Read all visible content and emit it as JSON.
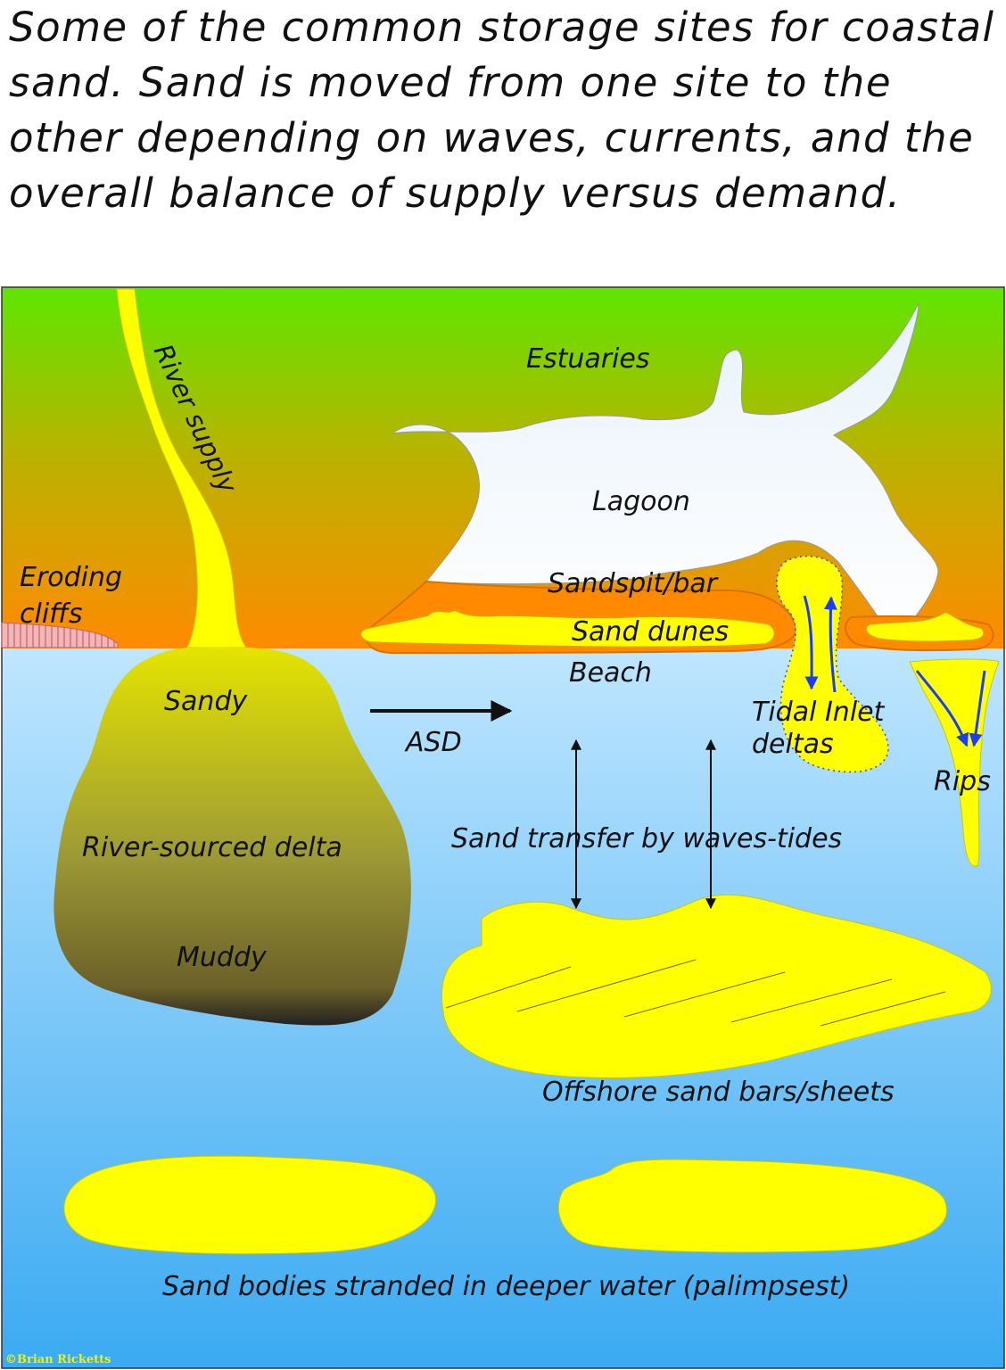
{
  "caption": "Some of the common storage sites for coastal sand.  Sand is moved from one site to the other depending on waves, currents, and the overall balance of supply versus demand.",
  "labels": {
    "estuaries": "Estuaries",
    "river_supply": "River supply",
    "lagoon": "Lagoon",
    "eroding_cliffs_1": "Eroding",
    "eroding_cliffs_2": "cliffs",
    "sandspit": "Sandspit/bar",
    "sand_dunes": "Sand dunes",
    "beach": "Beach",
    "sandy": "Sandy",
    "asd": "ASD",
    "tidal_inlet_1": "Tidal Inlet",
    "tidal_inlet_2": "deltas",
    "rips": "Rips",
    "delta": "River-sourced delta",
    "sand_transfer": "Sand transfer by waves-tides",
    "muddy": "Muddy",
    "offshore": "Offshore sand bars/sheets",
    "palimpsest": "Sand bodies stranded in deeper water (palimpsest)"
  },
  "copyright": "©Brian Ricketts",
  "colors": {
    "land_top": "#5ee600",
    "land_bottom": "#ff8a00",
    "sea_top": "#bfe6ff",
    "sea_bottom": "#3aaaf2",
    "sand": "#ffff00",
    "cliff": "#f2b6b6",
    "current_arrow": "#1a3cff"
  }
}
